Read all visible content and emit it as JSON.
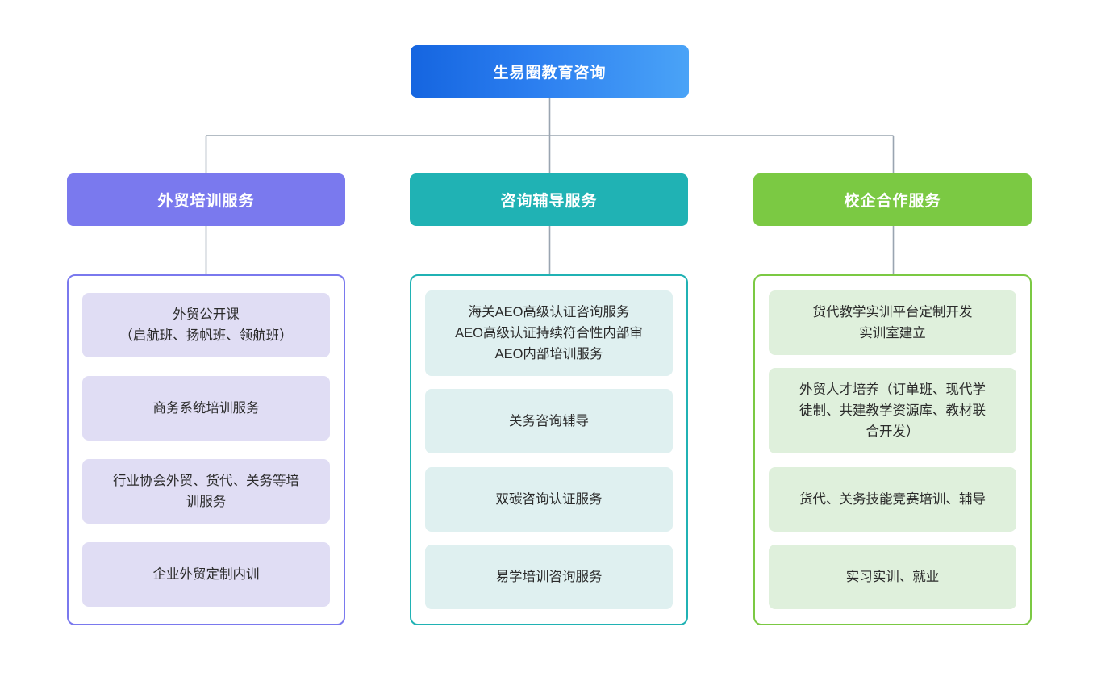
{
  "diagram": {
    "type": "org-chart",
    "root": {
      "label": "生易圈教育咨询",
      "gradient_from": "#1565e0",
      "gradient_to": "#4aa3f7",
      "text_color": "#ffffff"
    },
    "connector_color": "#9aa5b1",
    "branches": [
      {
        "label": "外贸培训服务",
        "accent": "#7a79ee",
        "item_bg": "#e0ddf4",
        "items": [
          {
            "label": "外贸公开课\n（启航班、扬帆班、领航班）"
          },
          {
            "label": "商务系统培训服务"
          },
          {
            "label": "行业协会外贸、货代、关务等培\n训服务"
          },
          {
            "label": "企业外贸定制内训"
          }
        ]
      },
      {
        "label": "咨询辅导服务",
        "accent": "#20b2b4",
        "item_bg": "#dff0f0",
        "items": [
          {
            "label": "海关AEO高级认证咨询服务\nAEO高级认证持续符合性内部审\nAEO内部培训服务"
          },
          {
            "label": "关务咨询辅导"
          },
          {
            "label": "双碳咨询认证服务"
          },
          {
            "label": "易学培训咨询服务"
          }
        ]
      },
      {
        "label": "校企合作服务",
        "accent": "#7bc943",
        "item_bg": "#dff0dc",
        "items": [
          {
            "label": "货代教学实训平台定制开发\n实训室建立"
          },
          {
            "label": "外贸人才培养（订单班、现代学\n徒制、共建教学资源库、教材联\n合开发）"
          },
          {
            "label": "货代、关务技能竞赛培训、辅导"
          },
          {
            "label": "实习实训、就业"
          }
        ]
      }
    ]
  }
}
